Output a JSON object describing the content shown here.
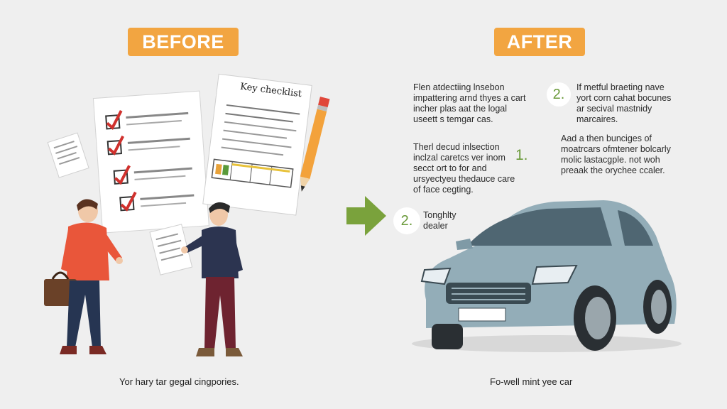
{
  "before": {
    "badge": "BEFORE",
    "checklist_title": "Key checklist",
    "caption": "Yor hary tar gegal cingpories."
  },
  "after": {
    "badge": "AFTER",
    "caption": "Fo-well mint yee car",
    "notes": [
      {
        "text": "Flen atdectiing lnsebon impattering arnd thyes a cart incher plas aat the logal useett s temgar cas."
      },
      {
        "number": "2.",
        "text": "If metful braeting nave yort corn cahat bocunes ar secival mastnidy marcaires."
      },
      {
        "text": "Therl decud inlsection inclzal caretcs ver inom secct ort to for and ursyectyeu thedauce care of face cegting."
      },
      {
        "number": "1.",
        "text": ""
      },
      {
        "text": "Aad a then bunciges of moatrcars ofmtener bolcarly molic lastacgple. not woh preaak the orychee ccaler."
      },
      {
        "number": "2.",
        "text": "Tonghlty dealer"
      }
    ]
  },
  "colors": {
    "badge": "#f2a541",
    "arrow": "#7aa23c",
    "car_body": "#93adb8",
    "red_check": "#d0312d"
  }
}
